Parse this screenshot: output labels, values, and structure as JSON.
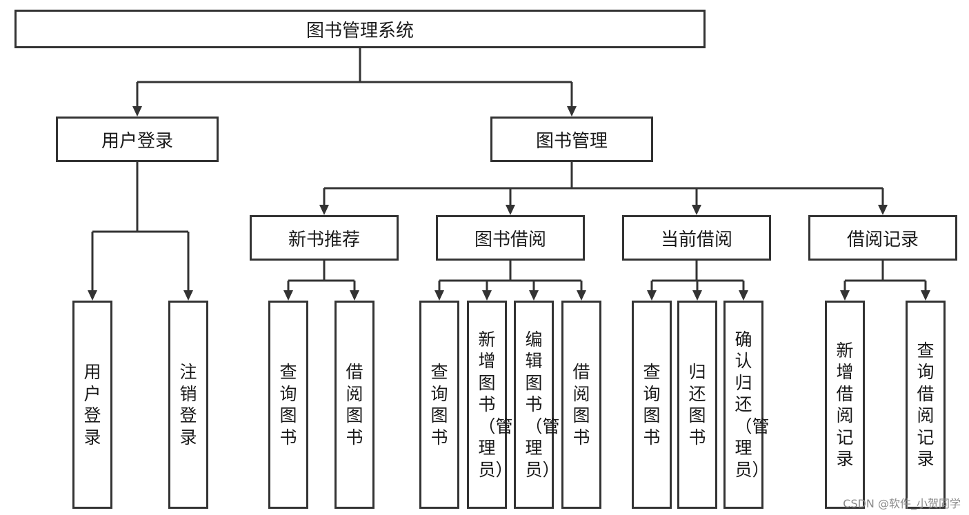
{
  "diagram": {
    "root": "图书管理系统",
    "user_login": {
      "title": "用户登录",
      "children": [
        "用户登录",
        "注销登录"
      ]
    },
    "book_management": {
      "title": "图书管理",
      "modules": [
        {
          "title": "新书推荐",
          "children": [
            "查询图书",
            "借阅图书"
          ]
        },
        {
          "title": "图书借阅",
          "children": [
            "查询图书",
            "新增图书（管理员）",
            "编辑图书（管理员）",
            "借阅图书"
          ]
        },
        {
          "title": "当前借阅",
          "children": [
            "查询图书",
            "归还图书",
            "确认归还（管理员）"
          ]
        },
        {
          "title": "借阅记录",
          "children": [
            "新增借阅记录",
            "查询借阅记录"
          ]
        }
      ]
    }
  },
  "watermark": "CSDN @软件_小贺同学"
}
